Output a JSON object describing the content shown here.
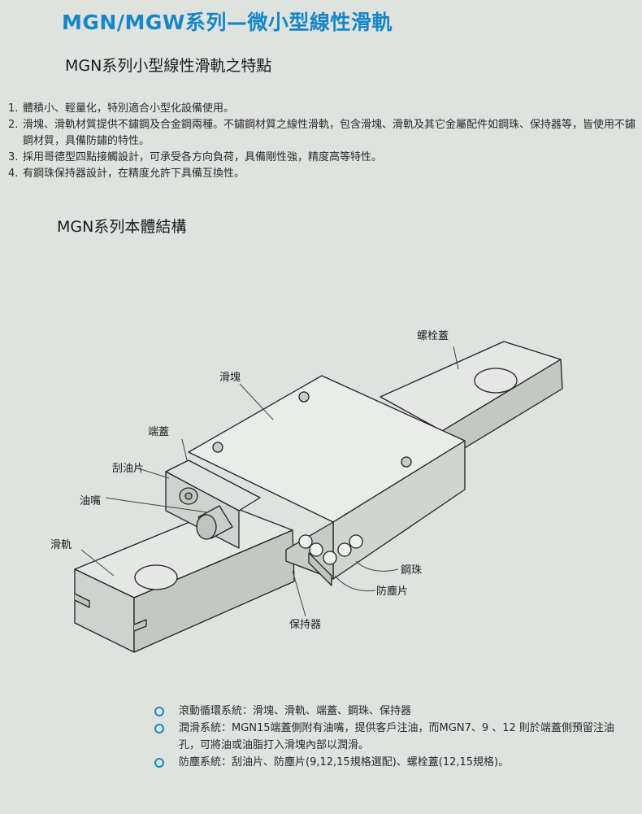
{
  "title": "MGN/MGW系列—微小型線性滑軌",
  "features_heading": "MGN系列小型線性滑軌之特點",
  "features": [
    {
      "num": "1.",
      "text": "體積小、輕量化，特別適合小型化設備使用。"
    },
    {
      "num": "2.",
      "text": "滑塊、滑軌材質提供不鏽鋼及合金鋼兩種。不鏽鋼材質之線性滑軌，包含滑塊、滑軌及其它金屬配件如鋼珠、保持器等，皆使用不鏽鋼材質，具備防鏽的特性。"
    },
    {
      "num": "3.",
      "text": "採用哥德型四點接觸設計，可承受各方向負荷，具備剛性強，精度高等特性。"
    },
    {
      "num": "4.",
      "text": "有鋼珠保持器設計，在精度允許下具備互換性。"
    }
  ],
  "structure_heading": "MGN系列本體結構",
  "diagram_labels": {
    "bolt_cap": "螺栓蓋",
    "block": "滑塊",
    "end_cap": "端蓋",
    "scraper": "刮油片",
    "grease_nipple": "油嘴",
    "rail": "滑軌",
    "steel_ball": "鋼珠",
    "dust_seal": "防塵片",
    "retainer": "保持器"
  },
  "accent_color": "#1786c7",
  "systems": [
    {
      "text": "滾動循環系統：滑塊、滑軌、端蓋、鋼珠、保持器"
    },
    {
      "text": "潤滑系統：MGN15端蓋側附有油嘴，提供客戶注油，而MGN7、9 、12 則於端蓋側預留注油孔，可將油或油脂打入滑塊內部以潤滑。"
    },
    {
      "text": "防塵系統：刮油片、防塵片(9,12,15規格選配)、螺栓蓋(12,15規格)。"
    }
  ]
}
